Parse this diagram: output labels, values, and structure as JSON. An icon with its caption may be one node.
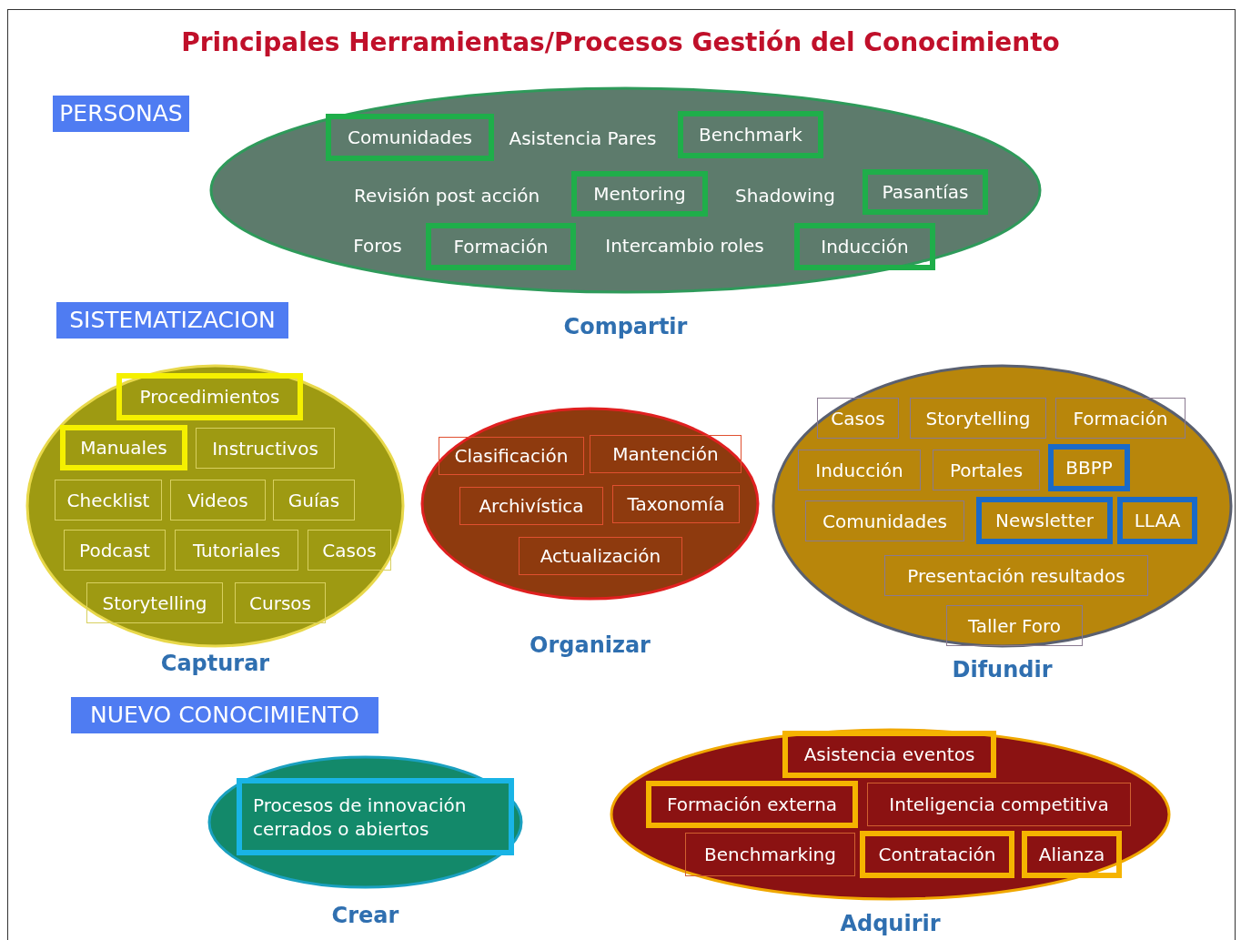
{
  "diagram": {
    "title": "Principales Herramientas/Procesos Gestión del Conocimiento",
    "nodes": [
      {
        "text": [
          "PERSONAS"
        ]
      },
      {
        "text": [
          "Compartir"
        ]
      },
      {
        "text": [
          "Comunidades"
        ],
        "in": 1
      },
      {
        "text": [
          "Asistencia Pares"
        ],
        "in": 1
      },
      {
        "text": [
          "Benchmark"
        ],
        "in": 1
      },
      {
        "text": [
          "Revisión post acción"
        ],
        "in": 1
      },
      {
        "text": [
          "Mentoring"
        ],
        "in": 1
      },
      {
        "text": [
          "Shadowing"
        ],
        "in": 1
      },
      {
        "text": [
          "Pasantías"
        ],
        "in": 1
      },
      {
        "text": [
          "Foros"
        ],
        "in": 1
      },
      {
        "text": [
          "Formación"
        ],
        "in": 1
      },
      {
        "text": [
          "Intercambio roles"
        ],
        "in": 1
      },
      {
        "text": [
          "Inducción"
        ],
        "in": 1
      },
      {
        "text": [
          "SISTEMATIZACION"
        ]
      },
      {
        "text": [
          "Capturar"
        ]
      },
      {
        "text": [
          "Procedimientos"
        ],
        "in": 14
      },
      {
        "text": [
          "Manuales"
        ],
        "in": 14
      },
      {
        "text": [
          "Instructivos"
        ],
        "in": 14
      },
      {
        "text": [
          "Checklist"
        ],
        "in": 14
      },
      {
        "text": [
          "Videos"
        ],
        "in": 14
      },
      {
        "text": [
          "Guías"
        ],
        "in": 14
      },
      {
        "text": [
          "Podcast"
        ],
        "in": 14
      },
      {
        "text": [
          "Tutoriales"
        ],
        "in": 14
      },
      {
        "text": [
          "Casos"
        ],
        "in": 14
      },
      {
        "text": [
          "Storytelling"
        ],
        "in": 14
      },
      {
        "text": [
          "Cursos"
        ],
        "in": 14
      },
      {
        "text": [
          "Organizar"
        ]
      },
      {
        "text": [
          "Clasificación"
        ],
        "in": 26
      },
      {
        "text": [
          "Mantención"
        ],
        "in": 26
      },
      {
        "text": [
          "Archivística"
        ],
        "in": 26
      },
      {
        "text": [
          "Taxonomía"
        ],
        "in": 26
      },
      {
        "text": [
          "Actualización"
        ],
        "in": 26
      },
      {
        "text": [
          "Difundir"
        ]
      },
      {
        "text": [
          "Casos"
        ],
        "in": 32
      },
      {
        "text": [
          "Storytelling"
        ],
        "in": 32
      },
      {
        "text": [
          "Formación"
        ],
        "in": 32
      },
      {
        "text": [
          "Inducción"
        ],
        "in": 32
      },
      {
        "text": [
          "Portales"
        ],
        "in": 32
      },
      {
        "text": [
          "BBPP"
        ],
        "in": 32
      },
      {
        "text": [
          "Comunidades"
        ],
        "in": 32
      },
      {
        "text": [
          "Newsletter"
        ],
        "in": 32
      },
      {
        "text": [
          "LLAA"
        ],
        "in": 32
      },
      {
        "text": [
          "Presentación resultados"
        ],
        "in": 32
      },
      {
        "text": [
          "Taller Foro"
        ],
        "in": 32
      },
      {
        "text": [
          "NUEVO CONOCIMIENTO"
        ]
      },
      {
        "text": [
          "Crear"
        ]
      },
      {
        "text": [
          "Procesos de innovación cerrados o abiertos"
        ],
        "in": 45
      },
      {
        "text": [
          "Adquirir"
        ]
      },
      {
        "text": [
          "Asistencia eventos"
        ],
        "in": 47
      },
      {
        "text": [
          "Formación externa"
        ],
        "in": 47
      },
      {
        "text": [
          "Inteligencia competitiva"
        ],
        "in": 47
      },
      {
        "text": [
          "Benchmarking"
        ],
        "in": 47
      },
      {
        "text": [
          "Contratación"
        ],
        "in": 47
      },
      {
        "text": [
          "Alianza"
        ],
        "in": 47
      }
    ]
  }
}
